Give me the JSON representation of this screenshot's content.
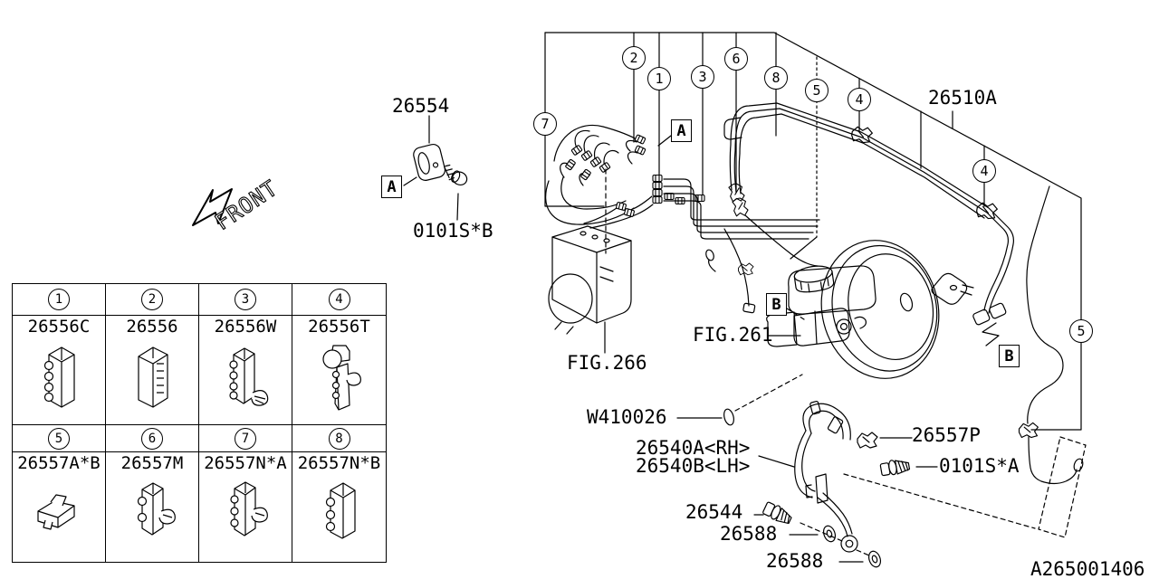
{
  "doc_code": "A265001406",
  "front_label": "FRONT",
  "inset_part": {
    "number": "26554",
    "box": "A",
    "bolt": "0101S*B"
  },
  "diagram": {
    "assembly_label": "26510A",
    "fig_left": "FIG.266",
    "fig_center": "FIG.261",
    "grommet": "W410026",
    "hose_rh": "26540A<RH>",
    "hose_lh": "26540B<LH>",
    "clamp": "26557P",
    "bolt": "0101S*A",
    "union_bolt": "26544",
    "washer_a": "26588",
    "washer_b": "26588",
    "box_a": "A",
    "box_b1": "B",
    "box_b2": "B",
    "callouts": {
      "c7": "7",
      "c2": "2",
      "c1": "1",
      "c3": "3",
      "c6": "6",
      "c8": "8",
      "c5a": "5",
      "c4a": "4",
      "c4b": "4",
      "c5b": "5"
    }
  },
  "table": {
    "cells": [
      {
        "num": "1",
        "part": "26556C"
      },
      {
        "num": "2",
        "part": "26556"
      },
      {
        "num": "3",
        "part": "26556W"
      },
      {
        "num": "4",
        "part": "26556T"
      },
      {
        "num": "5",
        "part": "26557A*B"
      },
      {
        "num": "6",
        "part": "26557M"
      },
      {
        "num": "7",
        "part": "26557N*A"
      },
      {
        "num": "8",
        "part": "26557N*B"
      }
    ]
  }
}
